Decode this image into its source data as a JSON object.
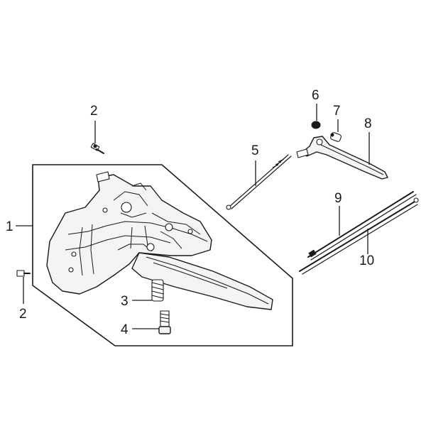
{
  "diagram": {
    "callouts": [
      {
        "id": "1",
        "text": "1"
      },
      {
        "id": "2a",
        "text": "2"
      },
      {
        "id": "2b",
        "text": "2"
      },
      {
        "id": "3",
        "text": "3"
      },
      {
        "id": "4",
        "text": "4"
      },
      {
        "id": "5",
        "text": "5"
      },
      {
        "id": "6",
        "text": "6"
      },
      {
        "id": "7",
        "text": "7"
      },
      {
        "id": "8",
        "text": "8"
      },
      {
        "id": "9",
        "text": "9"
      },
      {
        "id": "10",
        "text": "10"
      }
    ]
  }
}
